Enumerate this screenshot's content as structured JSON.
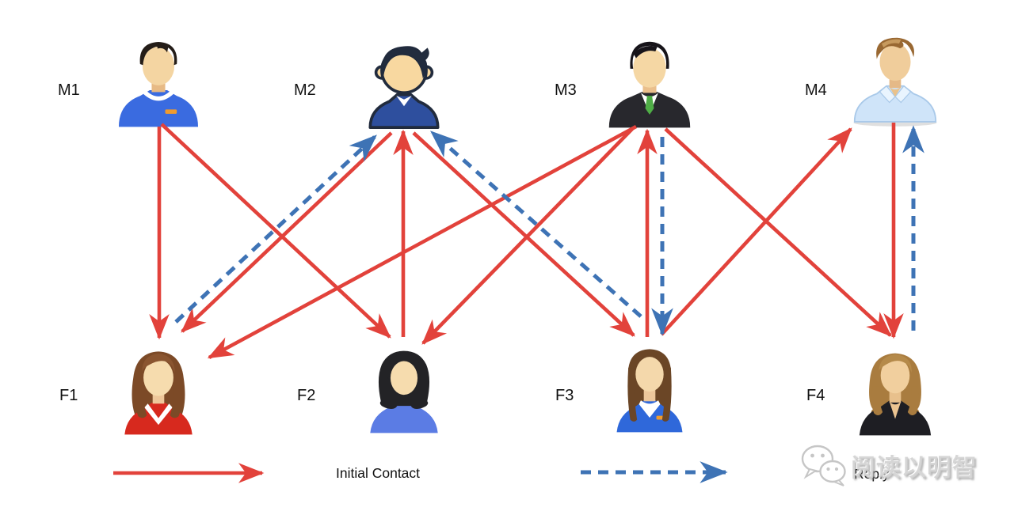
{
  "diagram": {
    "description": "Dating initial-contact and reply network between four men (M1-M4) and four women (F1-F4)",
    "colors": {
      "initial_contact": "#e2423b",
      "reply": "#3e73b5",
      "label_text": "#101010"
    },
    "nodes": [
      {
        "id": "M1",
        "label": "M1",
        "gender": "male",
        "avatar_icon": "man-black-hair-blue-shirt",
        "style": "male-short",
        "colors": {
          "hair": "#241d18",
          "shirt": "#3a6be0",
          "skin": "#f4d5a2",
          "badge": "#f09b2e"
        }
      },
      {
        "id": "M2",
        "label": "M2",
        "gender": "male",
        "avatar_icon": "cartoon-man-navy-sweater",
        "style": "male-cartoon",
        "colors": {
          "hair": "#222c3e",
          "shirt": "#2e4f9e",
          "skin": "#f8d8a0",
          "outline": "#212b3d"
        }
      },
      {
        "id": "M3",
        "label": "M3",
        "gender": "male",
        "avatar_icon": "businessman-black-suit-green-tie",
        "style": "male-suit",
        "colors": {
          "hair": "#17141a",
          "shirt": "#28282d",
          "skin": "#f5d7a4",
          "tie": "#4fae46"
        }
      },
      {
        "id": "M4",
        "label": "M4",
        "gender": "male",
        "avatar_icon": "man-brown-hair-light-blue-shirt",
        "style": "male-open",
        "colors": {
          "hair": "#996832",
          "shirt": "#cfe4f9",
          "skin": "#f0cd9b",
          "highlight": "#c79a5e"
        }
      },
      {
        "id": "F1",
        "label": "F1",
        "gender": "female",
        "avatar_icon": "woman-long-brown-hair-red-top",
        "style": "female-long",
        "colors": {
          "hair": "#7c4a27",
          "shirt": "#d7291e",
          "skin": "#f6dcae",
          "front": "#8a5530"
        }
      },
      {
        "id": "F2",
        "label": "F2",
        "gender": "female",
        "avatar_icon": "woman-black-bob-blue-top",
        "style": "female-bob",
        "colors": {
          "hair": "#232326",
          "shirt": "#5b7ce4",
          "skin": "#f6dcae"
        }
      },
      {
        "id": "F3",
        "label": "F3",
        "gender": "female",
        "avatar_icon": "woman-straight-brown-hair-blue-polo",
        "style": "female-straight",
        "colors": {
          "hair": "#6b4626",
          "shirt": "#2f68da",
          "skin": "#f4d8ab",
          "badge": "#f09b2e"
        }
      },
      {
        "id": "F4",
        "label": "F4",
        "gender": "female",
        "avatar_icon": "woman-golden-hair-black-blazer",
        "style": "female-blazer",
        "colors": {
          "hair": "#a97c3f",
          "shirt": "#1e1e23",
          "skin": "#f1cf9e",
          "front": "#b58a4a"
        }
      }
    ],
    "edges": [
      {
        "from": "M1",
        "to": "F1",
        "type": "initial"
      },
      {
        "from": "M1",
        "to": "F2",
        "type": "initial"
      },
      {
        "from": "M2",
        "to": "F1",
        "type": "initial"
      },
      {
        "from": "M2",
        "to": "F3",
        "type": "initial"
      },
      {
        "from": "F2",
        "to": "M2",
        "type": "initial"
      },
      {
        "from": "M3",
        "to": "F1",
        "type": "initial"
      },
      {
        "from": "M3",
        "to": "F2",
        "type": "initial"
      },
      {
        "from": "M3",
        "to": "F4",
        "type": "initial"
      },
      {
        "from": "F3",
        "to": "M3",
        "type": "initial"
      },
      {
        "from": "F3",
        "to": "M4",
        "type": "initial"
      },
      {
        "from": "M4",
        "to": "F4",
        "type": "initial"
      },
      {
        "from": "F1",
        "to": "M2",
        "type": "reply"
      },
      {
        "from": "F3",
        "to": "M2",
        "type": "reply"
      },
      {
        "from": "M3",
        "to": "F3",
        "type": "reply"
      },
      {
        "from": "F4",
        "to": "M4",
        "type": "reply"
      }
    ],
    "legend": [
      {
        "type": "initial",
        "label": "Initial Contact",
        "color": "#e2423b",
        "line_style": "solid"
      },
      {
        "type": "reply",
        "label": "Reply",
        "color": "#3e73b5",
        "line_style": "dashed"
      }
    ],
    "watermark": {
      "text": "阅读以明智",
      "icon": "wechat-bubbles-icon"
    }
  }
}
